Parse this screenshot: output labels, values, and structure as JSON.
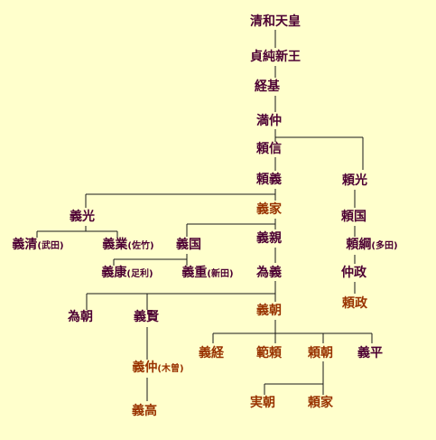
{
  "colors": {
    "dark": "#4d0033",
    "brown": "#993300",
    "line": "#1a1a1a",
    "background": "#ffffcc"
  },
  "nodes": {
    "seiwa": {
      "name": "清和天皇"
    },
    "sadazumi": {
      "name": "貞純新王"
    },
    "tsunemoto": {
      "name": "経基"
    },
    "mitsunaka": {
      "name": "満仲"
    },
    "yorinobu": {
      "name": "頼信"
    },
    "yorimitsu": {
      "name": "頼光"
    },
    "yoriyoshi": {
      "name": "頼義"
    },
    "yorikuni": {
      "name": "頼国"
    },
    "yoshiie": {
      "name": "義家"
    },
    "yoshimitsu": {
      "name": "義光"
    },
    "yoritsuna": {
      "name": "頼綱",
      "note": "(多田)"
    },
    "yoshikiyo": {
      "name": "義清",
      "note": "(武田)"
    },
    "yoshinari": {
      "name": "義業",
      "note": "(佐竹)"
    },
    "yoshikuni": {
      "name": "義国"
    },
    "yoshichika": {
      "name": "義親"
    },
    "nakamasa": {
      "name": "仲政"
    },
    "yoshiyasu": {
      "name": "義康",
      "note": "(足利)"
    },
    "yoshishige": {
      "name": "義重",
      "note": "(新田)"
    },
    "tameyoshi": {
      "name": "為義"
    },
    "yorimasa": {
      "name": "頼政"
    },
    "tametomo": {
      "name": "為朝"
    },
    "yoshikata": {
      "name": "義賢"
    },
    "yoshitomo": {
      "name": "義朝"
    },
    "yoshitsune": {
      "name": "義経"
    },
    "noriyori": {
      "name": "範頼"
    },
    "yoritomo": {
      "name": "頼朝"
    },
    "yoshihira": {
      "name": "義平"
    },
    "yoshinaka": {
      "name": "義仲",
      "note": "(木曽)"
    },
    "sanetomo": {
      "name": "実朝"
    },
    "yoriie": {
      "name": "頼家"
    },
    "yoshitaka": {
      "name": "義高"
    }
  }
}
